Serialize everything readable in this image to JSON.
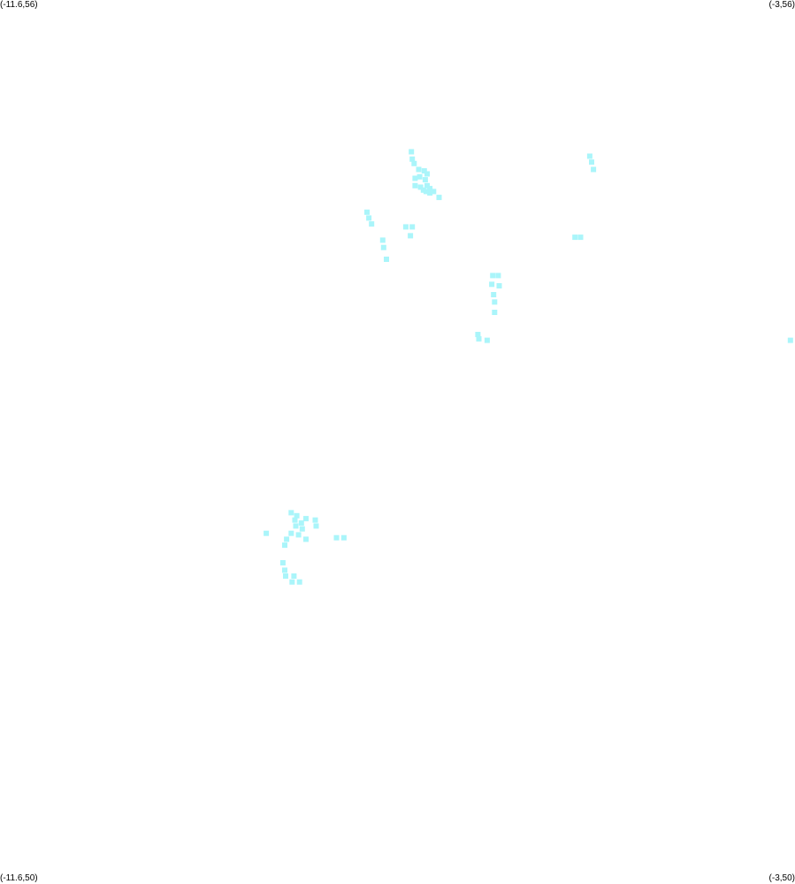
{
  "corners": {
    "top_left": "(-11.6,56)",
    "top_right": "(-3,56)",
    "bottom_left": "(-11.6,50)",
    "bottom_right": "(-3,50)"
  },
  "chart_data": {
    "type": "scatter",
    "xlim": [
      -11.6,
      -3
    ],
    "ylim": [
      50,
      56
    ],
    "marker_color": "#aaf5fa",
    "points": [
      [
        -7.15,
        54.97
      ],
      [
        -7.14,
        54.92
      ],
      [
        -7.12,
        54.89
      ],
      [
        -7.07,
        54.85
      ],
      [
        -7.01,
        54.84
      ],
      [
        -6.98,
        54.82
      ],
      [
        -7.11,
        54.79
      ],
      [
        -7.06,
        54.8
      ],
      [
        -7.0,
        54.78
      ],
      [
        -7.11,
        54.74
      ],
      [
        -7.05,
        54.73
      ],
      [
        -6.98,
        54.74
      ],
      [
        -7.02,
        54.71
      ],
      [
        -6.99,
        54.7
      ],
      [
        -6.95,
        54.72
      ],
      [
        -6.95,
        54.69
      ],
      [
        -6.91,
        54.7
      ],
      [
        -6.85,
        54.66
      ],
      [
        -7.63,
        54.56
      ],
      [
        -7.61,
        54.52
      ],
      [
        -7.58,
        54.48
      ],
      [
        -7.21,
        54.46
      ],
      [
        -7.14,
        54.46
      ],
      [
        -7.16,
        54.4
      ],
      [
        -7.46,
        54.37
      ],
      [
        -7.45,
        54.32
      ],
      [
        -7.42,
        54.24
      ],
      [
        -5.22,
        54.94
      ],
      [
        -5.2,
        54.9
      ],
      [
        -5.18,
        54.85
      ],
      [
        -5.38,
        54.39
      ],
      [
        -5.32,
        54.39
      ],
      [
        -6.27,
        54.13
      ],
      [
        -6.21,
        54.13
      ],
      [
        -6.28,
        54.07
      ],
      [
        -6.2,
        54.06
      ],
      [
        -6.26,
        54.0
      ],
      [
        -6.25,
        53.95
      ],
      [
        -6.25,
        53.88
      ],
      [
        -6.43,
        53.73
      ],
      [
        -6.42,
        53.7
      ],
      [
        -6.33,
        53.69
      ],
      [
        -3.05,
        53.69
      ],
      [
        -8.45,
        52.52
      ],
      [
        -8.39,
        52.5
      ],
      [
        -8.29,
        52.48
      ],
      [
        -8.19,
        52.47
      ],
      [
        -8.41,
        52.47
      ],
      [
        -8.34,
        52.45
      ],
      [
        -8.18,
        52.43
      ],
      [
        -8.4,
        52.43
      ],
      [
        -8.33,
        52.41
      ],
      [
        -8.45,
        52.38
      ],
      [
        -8.37,
        52.37
      ],
      [
        -8.5,
        52.34
      ],
      [
        -8.29,
        52.34
      ],
      [
        -8.52,
        52.3
      ],
      [
        -7.96,
        52.35
      ],
      [
        -7.88,
        52.35
      ],
      [
        -8.72,
        52.38
      ],
      [
        -8.54,
        52.18
      ],
      [
        -8.52,
        52.13
      ],
      [
        -8.51,
        52.09
      ],
      [
        -8.42,
        52.09
      ],
      [
        -8.44,
        52.05
      ],
      [
        -8.36,
        52.05
      ]
    ]
  }
}
